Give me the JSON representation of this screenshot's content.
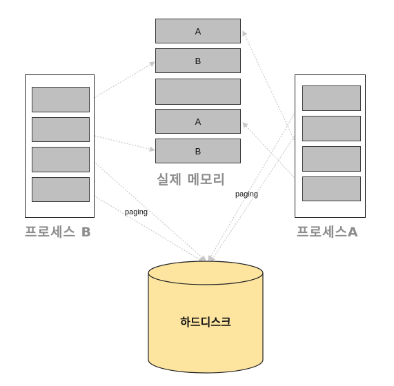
{
  "real_memory": {
    "title": "실제 메모리",
    "frames": [
      "A",
      "B",
      "",
      "A",
      "B"
    ]
  },
  "process_b": {
    "title": "프로세스 B"
  },
  "process_a": {
    "title": "프로세스A"
  },
  "hard_disk": {
    "label": "하드디스크"
  },
  "paging_labels": [
    "paging",
    "paging"
  ],
  "colors": {
    "frame_fill": "#bfbfbf",
    "disk_fill": "#fde5a0",
    "arrow": "#c8c8c8",
    "title_gray": "#8c8c8c"
  }
}
